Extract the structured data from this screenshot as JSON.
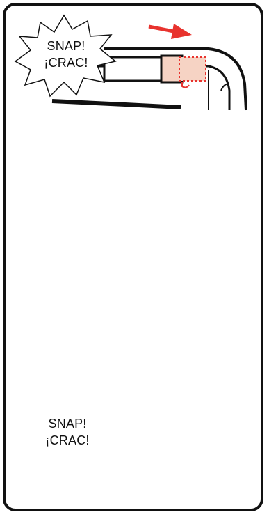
{
  "panels": [
    {
      "id": "top",
      "callout": {
        "line1": "SNAP!",
        "line2": "¡CRAC!"
      }
    },
    {
      "id": "middle"
    },
    {
      "id": "bottom",
      "callout": {
        "line1": "SNAP!",
        "line2": "¡CRAC!"
      }
    }
  ],
  "colors": {
    "outline": "#111111",
    "arrow": "#e8332e",
    "joint_fill": "#f6d3c4",
    "joint_dash": "#e8332e",
    "background": "#ffffff"
  },
  "icons": [
    "starburst-callout-icon",
    "red-arrow-icon",
    "tube-joint-icon",
    "bassinet-frame-icon",
    "zoom-box-icon"
  ]
}
